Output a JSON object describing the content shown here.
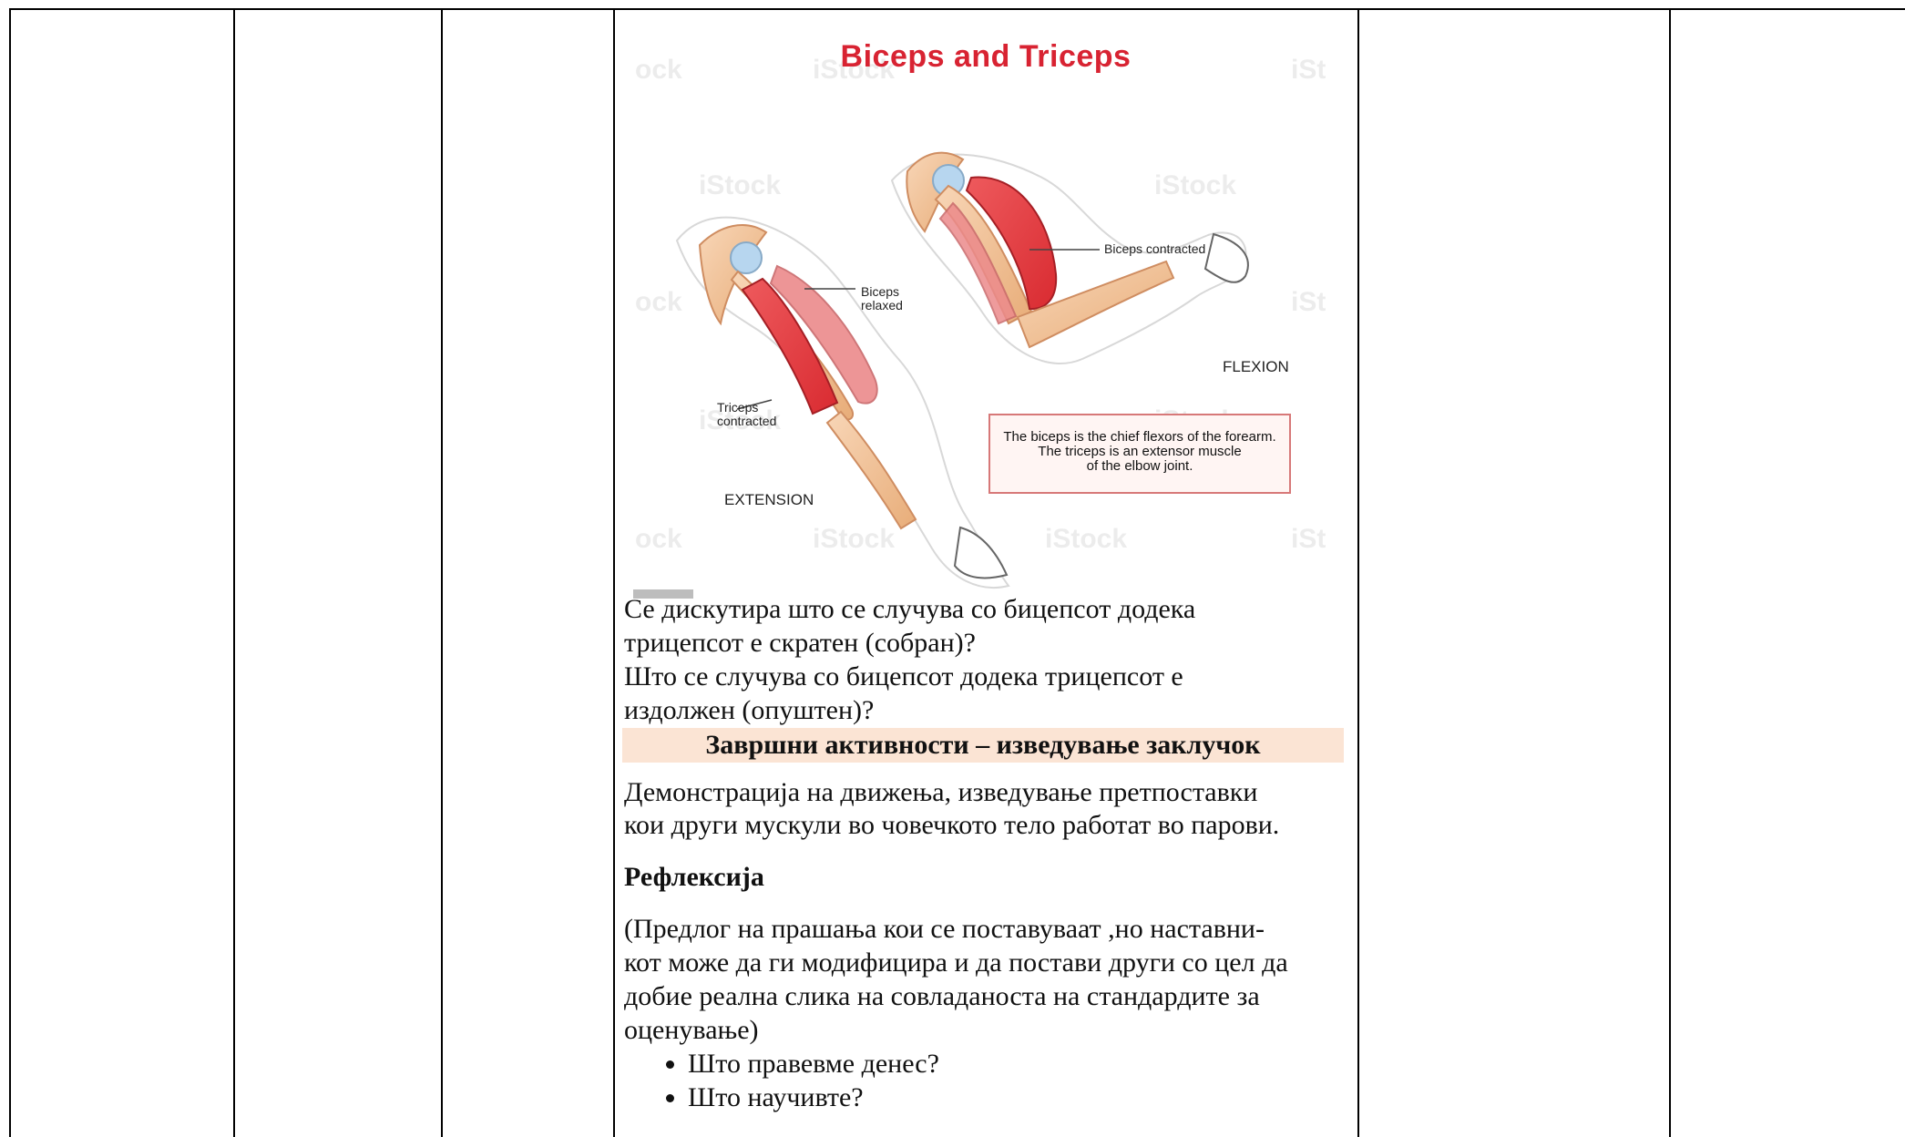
{
  "figure": {
    "title": "Biceps and Triceps",
    "labels": {
      "biceps_relaxed_1": "Biceps",
      "biceps_relaxed_2": "relaxed",
      "triceps_contracted_1": "Triceps",
      "triceps_contracted_2": "contracted",
      "biceps_contracted": "Biceps contracted",
      "flexion": "FLEXION",
      "extension": "EXTENSION"
    },
    "box_lines": [
      "The biceps is the chief flexors of the forearm.",
      "The triceps is an extensor muscle",
      "of the elbow joint."
    ]
  },
  "discussion": {
    "line1": "Се дискутира што се случува со бицепсот додека",
    "line2": "трицепсот е скратен (собран)?",
    "line3": "Што се случува со бицепсот додека трицепсот е",
    "line4": "издолжен (опуштен)?"
  },
  "closing": {
    "heading": "Завршни активности – изведување заклучок",
    "line1": "Демонстрација на движења, изведување претпоставки",
    "line2": "кои други мускули во човечкото тело работат во парови."
  },
  "reflection": {
    "heading": "Рефлексија",
    "line1": "(Предлог на прашања кои се поставуваат ,но наставни-",
    "line2": "кот може да ги модифицира и да постави други со цел да",
    "line3": "добие реална слика на совладаноста на стандардите за",
    "line4": "оценување)",
    "bullets": [
      "Што правевме денес?",
      "Што научивте?"
    ]
  },
  "colors": {
    "title_red": "#d82332",
    "muscle_red": "#df3035",
    "heading_bg": "#fbe4d4"
  }
}
